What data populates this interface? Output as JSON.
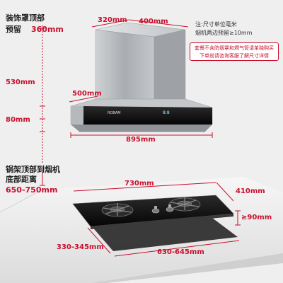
{
  "top_note": {
    "line1": "注:尺寸单位毫米",
    "line2": "烟机两边预留≥10mm"
  },
  "notice": {
    "line1": "套餐不含防烟罩和燃气管请单独购买",
    "line2": "下单前请咨询客服了解尺寸详情"
  },
  "hood_labels": {
    "top_clearance_title_line1": "装饰罩顶部",
    "top_clearance_title_line2": "预留",
    "top_clearance_value": "360mm",
    "width_top": "320mm",
    "depth_top": "400mm",
    "body_height": "530mm",
    "hood_depth": "500mm",
    "lower_height": "80mm",
    "hood_width": "895mm"
  },
  "panel_text": {
    "brand": "ROBAM",
    "display": "8:8"
  },
  "stove_labels": {
    "distance_title_line1": "锅架顶部到烟机",
    "distance_title_line2": "底部距离",
    "distance_value": "650-750mm",
    "stove_width": "730mm",
    "stove_depth": "410mm",
    "side_clearance": "≥90mm",
    "cutout_depth": "330-345mm",
    "cutout_width": "630-645mm"
  },
  "colors": {
    "accent_red": "#c8102e",
    "steel": "#b9bcbf",
    "glass": "#111111",
    "background": "#efefef"
  }
}
